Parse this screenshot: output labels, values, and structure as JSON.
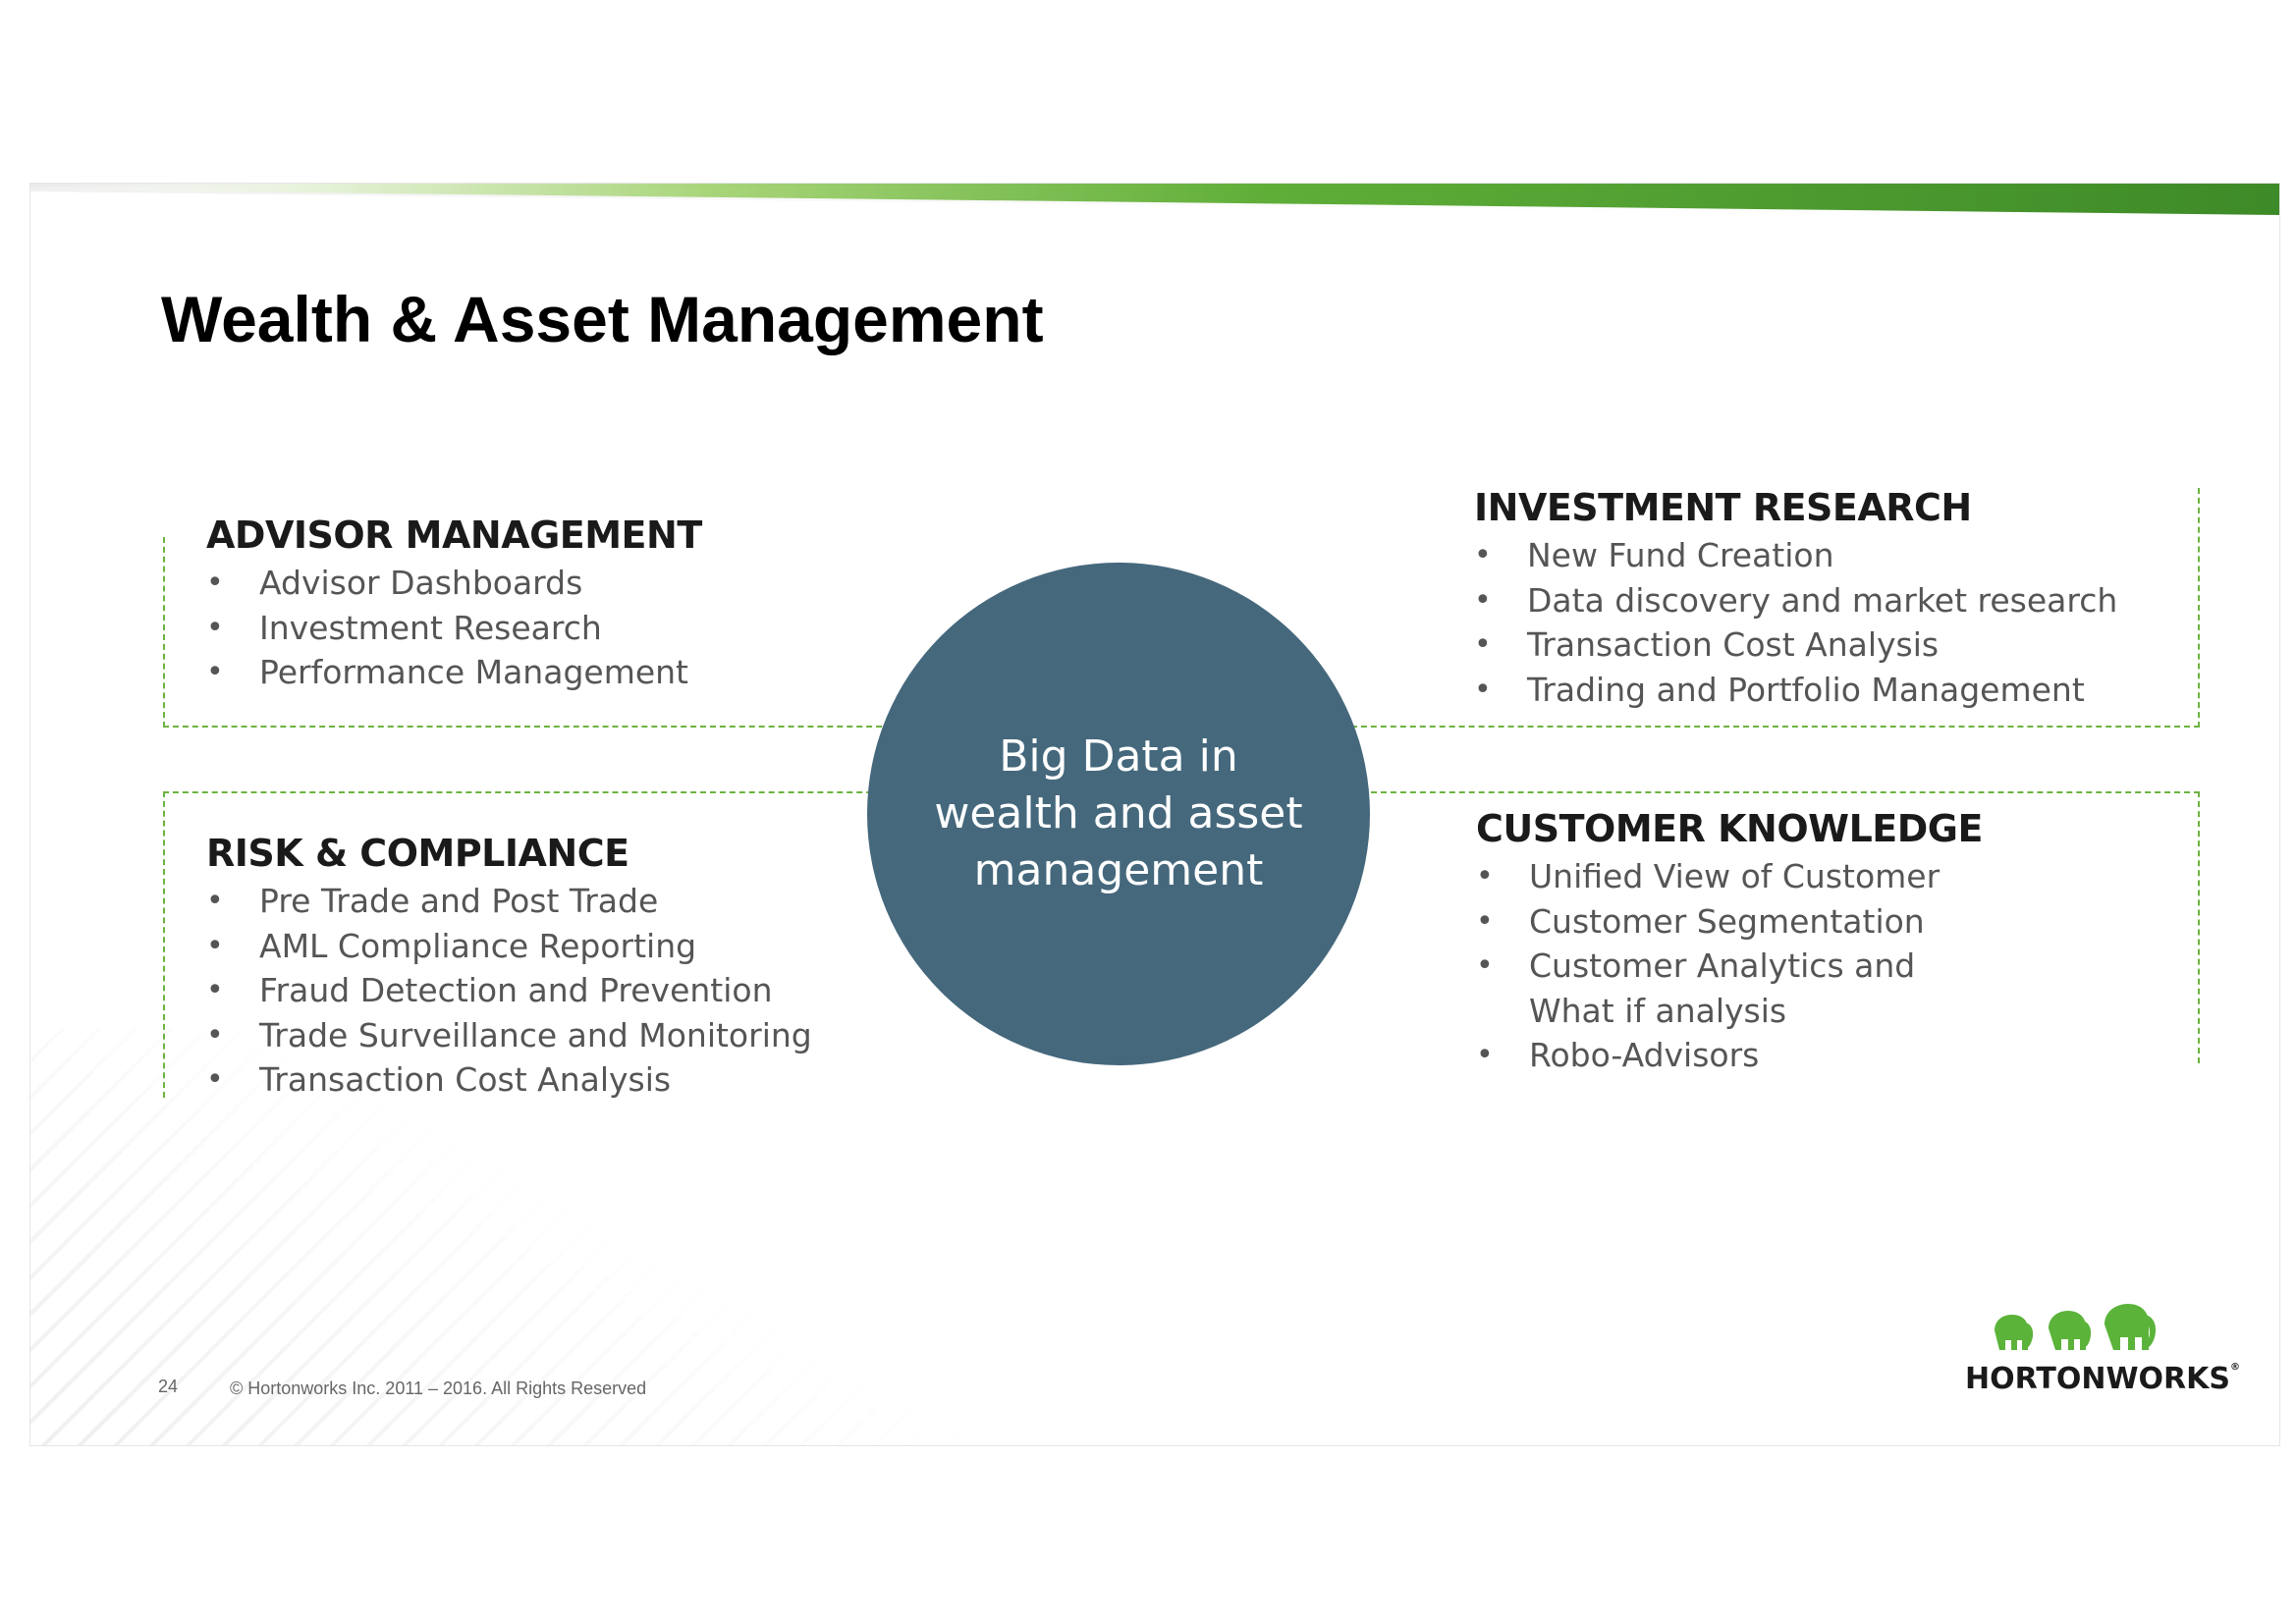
{
  "slide": {
    "title": "Wealth & Asset Management",
    "page_number": "24",
    "copyright": "© Hortonworks Inc. 2011 – 2016. All Rights Reserved"
  },
  "center": {
    "lines": [
      "Big Data in",
      "wealth and asset",
      "management"
    ]
  },
  "quadrants": {
    "advisor": {
      "heading": "ADVISOR MANAGEMENT",
      "items": [
        "Advisor Dashboards",
        "Investment Research",
        "Performance Management"
      ]
    },
    "investment": {
      "heading": "INVESTMENT RESEARCH",
      "items": [
        "New Fund Creation",
        "Data discovery and market research",
        "Transaction Cost Analysis",
        "Trading and Portfolio Management"
      ]
    },
    "risk": {
      "heading": "RISK & COMPLIANCE",
      "items": [
        "Pre Trade and Post Trade",
        "AML Compliance Reporting",
        "Fraud Detection and Prevention",
        "Trade Surveillance and Monitoring",
        "Transaction Cost Analysis"
      ]
    },
    "customer": {
      "heading": "CUSTOMER KNOWLEDGE",
      "items": [
        "Unified View of Customer",
        "Customer Segmentation",
        "Customer Analytics and",
        "What if analysis",
        "Robo-Advisors"
      ]
    }
  },
  "logo": {
    "wordmark": "HORTONWORKS",
    "mark": "®"
  },
  "colors": {
    "accent_green": "#6db33f",
    "circle_fill": "#45687c",
    "heading": "#1a1a1a",
    "body_text": "#555555"
  }
}
